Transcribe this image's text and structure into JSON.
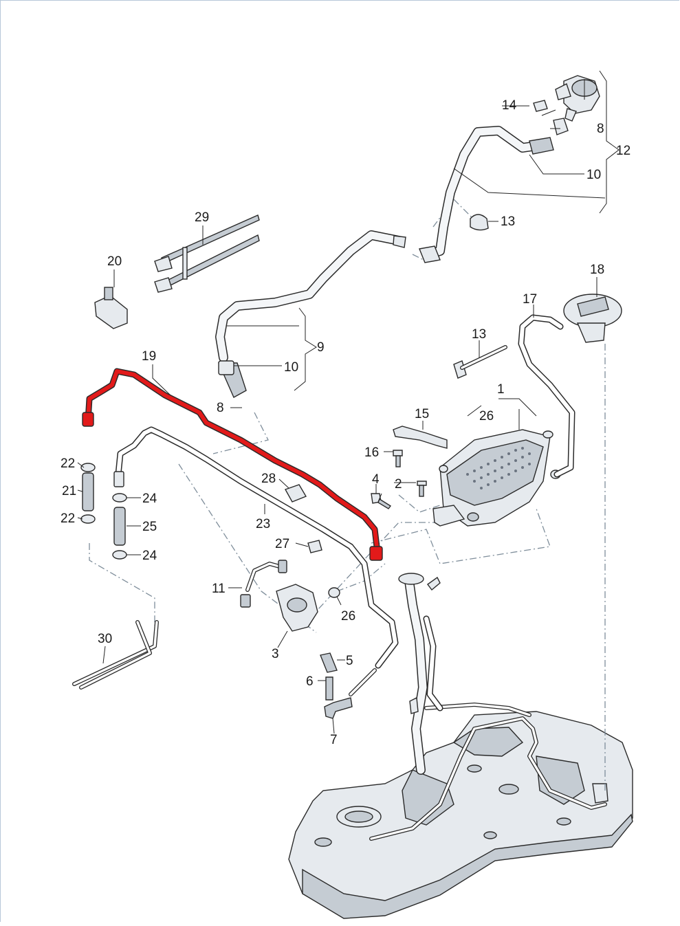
{
  "diagram": {
    "callouts": [
      {
        "id": "c1",
        "text": "1"
      },
      {
        "id": "c2",
        "text": "2"
      },
      {
        "id": "c3",
        "text": "3"
      },
      {
        "id": "c4",
        "text": "4"
      },
      {
        "id": "c5",
        "text": "5"
      },
      {
        "id": "c6",
        "text": "6"
      },
      {
        "id": "c7",
        "text": "7"
      },
      {
        "id": "c8a",
        "text": "8"
      },
      {
        "id": "c8b",
        "text": "8"
      },
      {
        "id": "c9",
        "text": "9"
      },
      {
        "id": "c10a",
        "text": "10"
      },
      {
        "id": "c10b",
        "text": "10"
      },
      {
        "id": "c11",
        "text": "11"
      },
      {
        "id": "c12",
        "text": "12"
      },
      {
        "id": "c13a",
        "text": "13"
      },
      {
        "id": "c13b",
        "text": "13"
      },
      {
        "id": "c14",
        "text": "14"
      },
      {
        "id": "c15",
        "text": "15"
      },
      {
        "id": "c16",
        "text": "16"
      },
      {
        "id": "c17",
        "text": "17"
      },
      {
        "id": "c18",
        "text": "18"
      },
      {
        "id": "c19",
        "text": "19"
      },
      {
        "id": "c20",
        "text": "20"
      },
      {
        "id": "c21",
        "text": "21"
      },
      {
        "id": "c22a",
        "text": "22"
      },
      {
        "id": "c22b",
        "text": "22"
      },
      {
        "id": "c23",
        "text": "23"
      },
      {
        "id": "c24a",
        "text": "24"
      },
      {
        "id": "c24b",
        "text": "24"
      },
      {
        "id": "c25",
        "text": "25"
      },
      {
        "id": "c26a",
        "text": "26"
      },
      {
        "id": "c26b",
        "text": "26"
      },
      {
        "id": "c27",
        "text": "27"
      },
      {
        "id": "c28",
        "text": "28"
      },
      {
        "id": "c29",
        "text": "29"
      },
      {
        "id": "c30",
        "text": "30"
      }
    ]
  },
  "colors": {
    "highlight": "#e21a1a",
    "outline": "#2a2a2a",
    "part_fill": "#e6eaee",
    "dash_line": "#7e8d9a"
  }
}
